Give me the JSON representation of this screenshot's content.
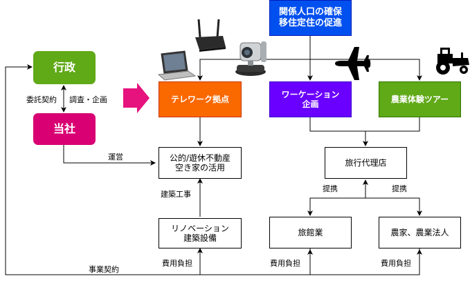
{
  "nodes": {
    "top_banner": "関係人口の確保\n移住定住の促進",
    "gyosei": "行政",
    "tosha": "当社",
    "telework": "テレワーク拠点",
    "workation": "ワーケーション\n企画",
    "nogyo_tour": "農業体験ツアー",
    "kouteki": "公的/遊休不動産\n空き家の活用",
    "renovation": "リノベーション\n建築設備",
    "ryoko": "旅行代理店",
    "ryokan": "旅館業",
    "noka": "農家、農業法人"
  },
  "labels": {
    "itaku": "委託契約",
    "chosa": "調査・企画",
    "unei": "運営",
    "kenchiku": "建築工事",
    "teikei_left": "提携",
    "teikei_right": "提携",
    "hiyo_1": "費用負担",
    "hiyo_2": "費用負担",
    "hiyo_3": "費用負担",
    "jigyo": "事業契約"
  },
  "colors": {
    "banner_blue": "#0050ef",
    "gov_green": "#60a917",
    "company_pink": "#d80073",
    "telework_orange": "#fa6800",
    "workation_purple": "#6a00ff",
    "tour_green": "#60a917",
    "arrow_pink": "#e6127e",
    "line": "#000000",
    "border_gray": "#666666"
  },
  "icons": [
    "laptop-icon",
    "wifi-router-icon",
    "security-camera-icon",
    "airplane-icon",
    "tractor-icon"
  ]
}
